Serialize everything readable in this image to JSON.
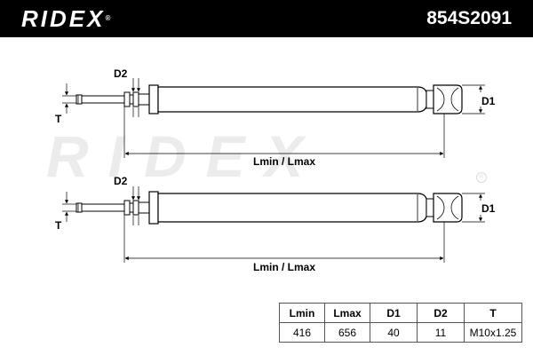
{
  "header": {
    "brand": "RIDEX",
    "part_number": "854S2091"
  },
  "watermark": {
    "text": "RIDEX"
  },
  "drawing": {
    "label_d2": "D2",
    "label_t": "T",
    "label_d1": "D1",
    "label_length": "Lmin / Lmax"
  },
  "spec_table": {
    "headers": [
      "Lmin",
      "Lmax",
      "D1",
      "D2",
      "T"
    ],
    "values": [
      "416",
      "656",
      "40",
      "11",
      "M10x1.25"
    ]
  }
}
